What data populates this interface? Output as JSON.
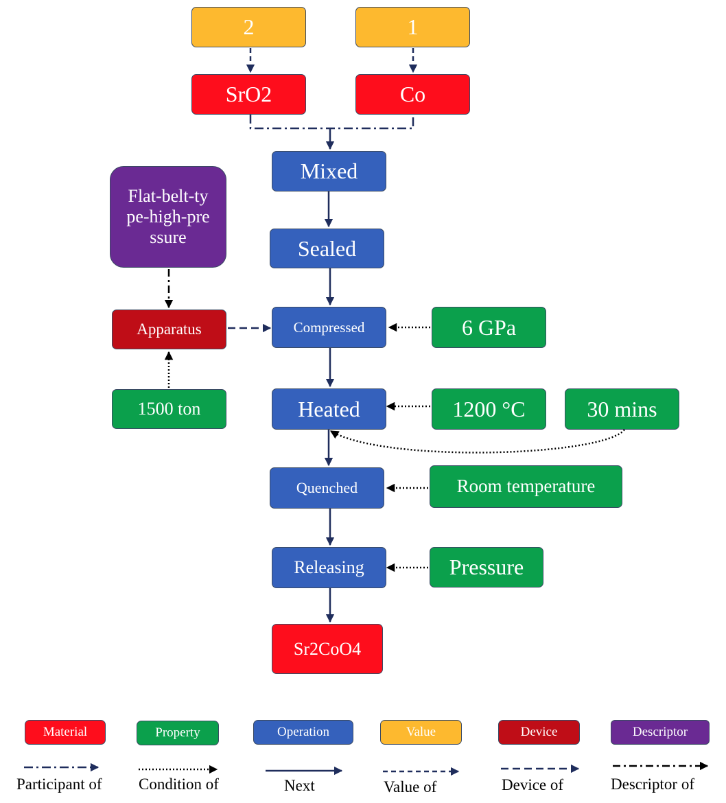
{
  "nodes": {
    "value_2": "2",
    "value_1": "1",
    "material_sro2": "SrO2",
    "material_co": "Co",
    "op_mixed": "Mixed",
    "op_sealed": "Sealed",
    "op_compressed": "Compressed",
    "op_heated": "Heated",
    "op_quenched": "Quenched",
    "op_releasing": "Releasing",
    "material_product": "Sr2CoO4",
    "descriptor_flat_belt": "Flat-belt-type-high-pressure",
    "device_apparatus": "Apparatus",
    "property_1500_ton": "1500 ton",
    "property_6_gpa": "6 GPa",
    "property_1200_c": "1200 °C",
    "property_30_mins": "30 mins",
    "property_room_temp": "Room temperature",
    "property_pressure": "Pressure"
  },
  "legend": {
    "node_types": {
      "material": "Material",
      "property": "Property",
      "operation": "Operation",
      "value": "Value",
      "device": "Device",
      "descriptor": "Descriptor"
    },
    "edge_types": {
      "participant_of": "Participant of",
      "condition_of": "Condition of",
      "next": "Next",
      "value_of": "Value of",
      "device_of": "Device of",
      "descriptor_of": "Descriptor of"
    }
  },
  "colors": {
    "material": "#fe0d1c",
    "property": "#0ba04c",
    "operation": "#3561bc",
    "value": "#fdb92f",
    "device": "#bf0d17",
    "descriptor": "#6a2a93",
    "edge": "#1f2d5c"
  }
}
